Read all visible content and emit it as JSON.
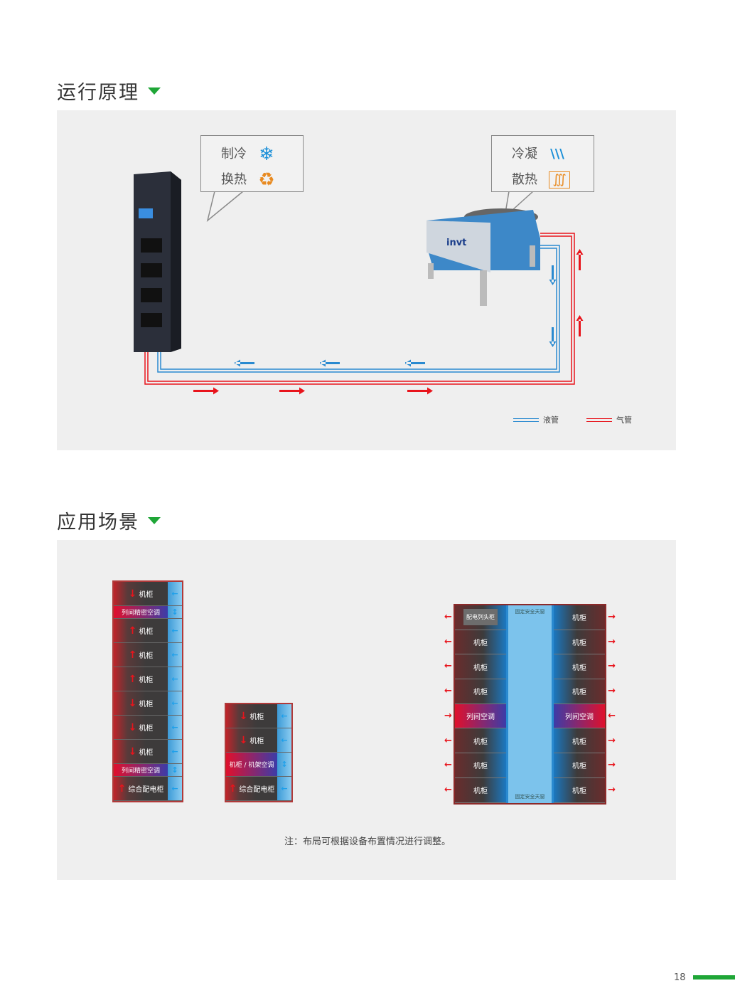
{
  "sections": [
    {
      "title": "运行原理"
    },
    {
      "title": "应用场景"
    }
  ],
  "principle": {
    "callout_left": {
      "line1": "制冷",
      "line2": "换热",
      "icon1": "snowflake-icon",
      "icon2": "recycle-icon"
    },
    "callout_right": {
      "line1": "冷凝",
      "line2": "散热",
      "icon1": "condense-icon",
      "icon2": "heater-icon"
    },
    "brand": "invt",
    "legend": {
      "liquid": "液管",
      "gas": "气管"
    },
    "colors": {
      "liquid": "#2a8ad0",
      "gas": "#e8141c",
      "accent": "#1fa637"
    }
  },
  "scenarios": {
    "stack_a": [
      {
        "label": "机柜",
        "arrow": "↓"
      },
      {
        "label": "列间精密空调",
        "type": "ac"
      },
      {
        "label": "机柜",
        "arrow": "↑"
      },
      {
        "label": "机柜",
        "arrow": "↑"
      },
      {
        "label": "机柜",
        "arrow": "↑"
      },
      {
        "label": "机柜",
        "arrow": "↓"
      },
      {
        "label": "机柜",
        "arrow": "↓"
      },
      {
        "label": "机柜",
        "arrow": "↓"
      },
      {
        "label": "列间精密空调",
        "type": "ac"
      },
      {
        "label": "综合配电柜",
        "arrow": "↑"
      }
    ],
    "stack_b": [
      {
        "label": "机柜",
        "arrow": "↓"
      },
      {
        "label": "机柜",
        "arrow": "↓"
      },
      {
        "label": "机柜 / 机架空调",
        "type": "ac"
      },
      {
        "label": "综合配电柜",
        "arrow": "↑"
      }
    ],
    "aisle": {
      "left": [
        "配电列头柜",
        "机柜",
        "机柜",
        "机柜",
        "列间空调",
        "机柜",
        "机柜",
        "机柜"
      ],
      "right": [
        "机柜",
        "机柜",
        "机柜",
        "机柜",
        "列间空调",
        "机柜",
        "机柜",
        "机柜"
      ],
      "skylight_top": "固定安全天窗",
      "skylight_bottom": "固定安全天窗"
    },
    "note": "注：布局可根据设备布置情况进行调整。"
  },
  "page_number": "18"
}
